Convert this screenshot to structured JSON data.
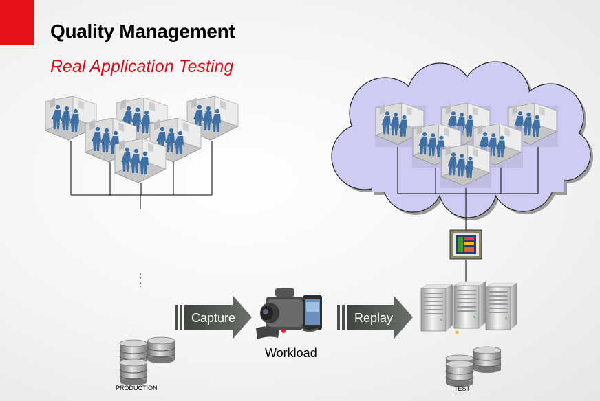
{
  "slide": {
    "title": "Quality Management",
    "subtitle": "Real Application Testing"
  },
  "flow": {
    "capture_label": "Capture",
    "replay_label": "Replay",
    "workload_label": "Workload"
  },
  "environments": {
    "production_label": "PRODUCTION",
    "test_label": "TEST"
  },
  "colors": {
    "accent_red": "#e8101a",
    "subtitle_red": "#d0101a",
    "arrow_fill": "#555a55",
    "cloud_fill": "#ccccf4",
    "people_blue": "#3f6fa3"
  },
  "icons": [
    "user-group-icon",
    "server-rack-icon",
    "server-icon",
    "database-icon",
    "video-camera-icon",
    "monitor-app-icon",
    "cloud-icon",
    "arrow-right-icon"
  ]
}
